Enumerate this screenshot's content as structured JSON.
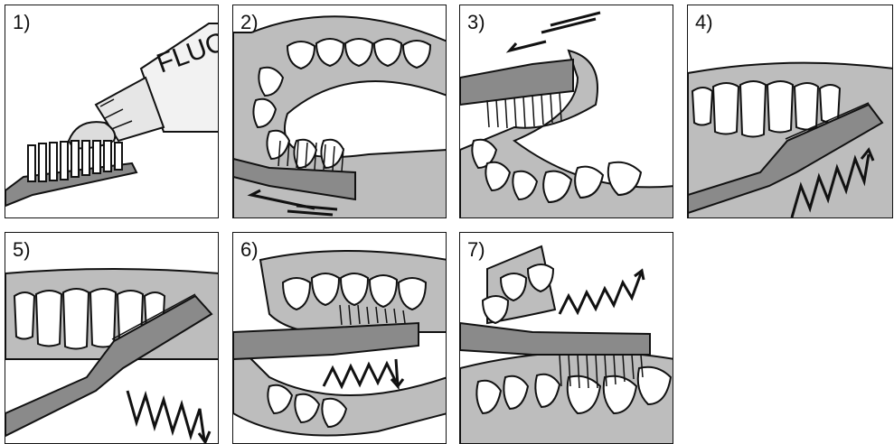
{
  "steps": [
    {
      "label": "1)",
      "illustration": "toothpaste-on-brush"
    },
    {
      "label": "2)",
      "illustration": "brush-lower-outer-teeth"
    },
    {
      "label": "3)",
      "illustration": "brush-upper-inner-teeth"
    },
    {
      "label": "4)",
      "illustration": "brush-front-teeth-upward"
    },
    {
      "label": "5)",
      "illustration": "brush-front-teeth-downward"
    },
    {
      "label": "6)",
      "illustration": "brush-upper-chewing-surface"
    },
    {
      "label": "7)",
      "illustration": "brush-lower-chewing-surface"
    }
  ],
  "tube_text": "FLUO",
  "colors": {
    "line": "#111111",
    "gum": "#bdbdbd",
    "tooth": "#ffffff",
    "brush": "#8a8a8a"
  }
}
